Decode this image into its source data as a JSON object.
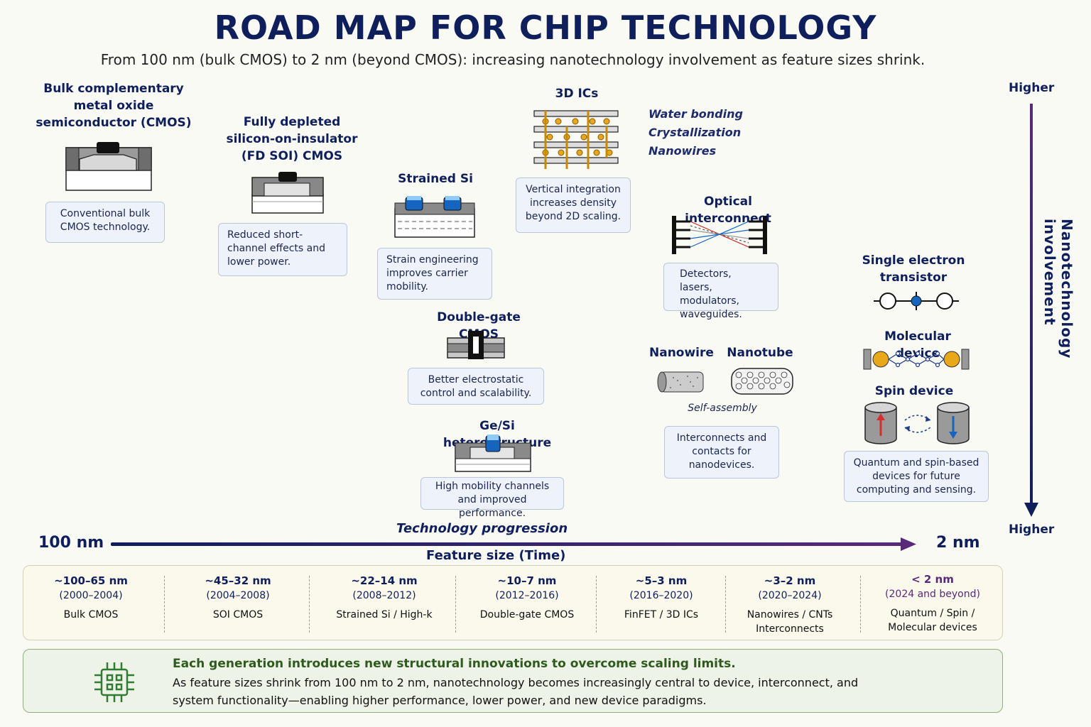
{
  "title": "ROAD MAP FOR CHIP TECHNOLOGY",
  "subtitle": "From 100 nm (bulk CMOS) to 2 nm (beyond CMOS): increasing nanotechnology involvement as feature sizes shrink.",
  "nodes": {
    "bulk": {
      "heading": "Bulk complementary metal oxide semiconductor (CMOS)",
      "desc": "Conventional bulk CMOS technology."
    },
    "fdsoi": {
      "heading": "Fully depleted silicon-on-insulator (FD SOI) CMOS",
      "desc": "Reduced short-channel effects and lower power."
    },
    "strained": {
      "heading": "Strained Si",
      "desc": "Strain engineering improves carrier mobility."
    },
    "doublegate": {
      "heading": "Double-gate CMOS",
      "desc": "Better electrostatic control and scalability."
    },
    "gesi": {
      "heading": "Ge/Si heterostructure",
      "desc": "High mobility channels and improved performance."
    },
    "ic3d": {
      "heading": "3D ICs",
      "desc": "Vertical integration increases density beyond 2D scaling.",
      "list": [
        "Water bonding",
        "Crystallization",
        "Nanowires"
      ]
    },
    "optical": {
      "heading": "Optical interconnect",
      "desc": "Detectors, lasers, modulators, waveguides."
    },
    "nanowire": {
      "heading": "Nanowire"
    },
    "nanotube": {
      "heading": "Nanotube"
    },
    "selfassembly": {
      "label": "Self-assembly",
      "desc": "Interconnects and contacts for nanodevices."
    },
    "set": {
      "heading": "Single electron transistor"
    },
    "molecular": {
      "heading": "Molecular device"
    },
    "spin": {
      "heading": "Spin device",
      "desc": "Quantum and spin-based devices for future computing and sensing."
    }
  },
  "axis": {
    "left": "100 nm",
    "right": "2 nm",
    "above": "Technology progression",
    "below": "Feature size (Time)",
    "vertical_label": "Nanotechnology involvement",
    "vertical_top": "Higher",
    "vertical_bottom": "Higher"
  },
  "timeline": [
    {
      "size": "~100–65 nm",
      "years": "(2000–2004)",
      "tech": "Bulk CMOS"
    },
    {
      "size": "~45–32 nm",
      "years": "(2004–2008)",
      "tech": "SOI CMOS"
    },
    {
      "size": "~22–14 nm",
      "years": "(2008–2012)",
      "tech": "Strained Si / High-k"
    },
    {
      "size": "~10–7 nm",
      "years": "(2012–2016)",
      "tech": "Double-gate CMOS"
    },
    {
      "size": "~5–3 nm",
      "years": "(2016–2020)",
      "tech": "FinFET / 3D ICs"
    },
    {
      "size": "~3–2 nm",
      "years": "(2020–2024)",
      "tech": "Nanowires / CNTs Interconnects"
    },
    {
      "size": "< 2 nm",
      "years": "(2024 and beyond)",
      "tech": "Quantum / Spin / Molecular devices"
    }
  ],
  "summary": {
    "head": "Each generation introduces new structural innovations to overcome scaling limits.",
    "body": "As feature sizes shrink from 100 nm to 2 nm, nanotechnology becomes increasingly central to device, interconnect, and system functionality—enabling higher performance, lower power, and new device paradigms."
  },
  "colors": {
    "navy": "#0f1f5c",
    "purple": "#5a2a7a",
    "accent_green": "#2e5a1e",
    "red": "#d32f2f",
    "blue": "#1565c0"
  }
}
